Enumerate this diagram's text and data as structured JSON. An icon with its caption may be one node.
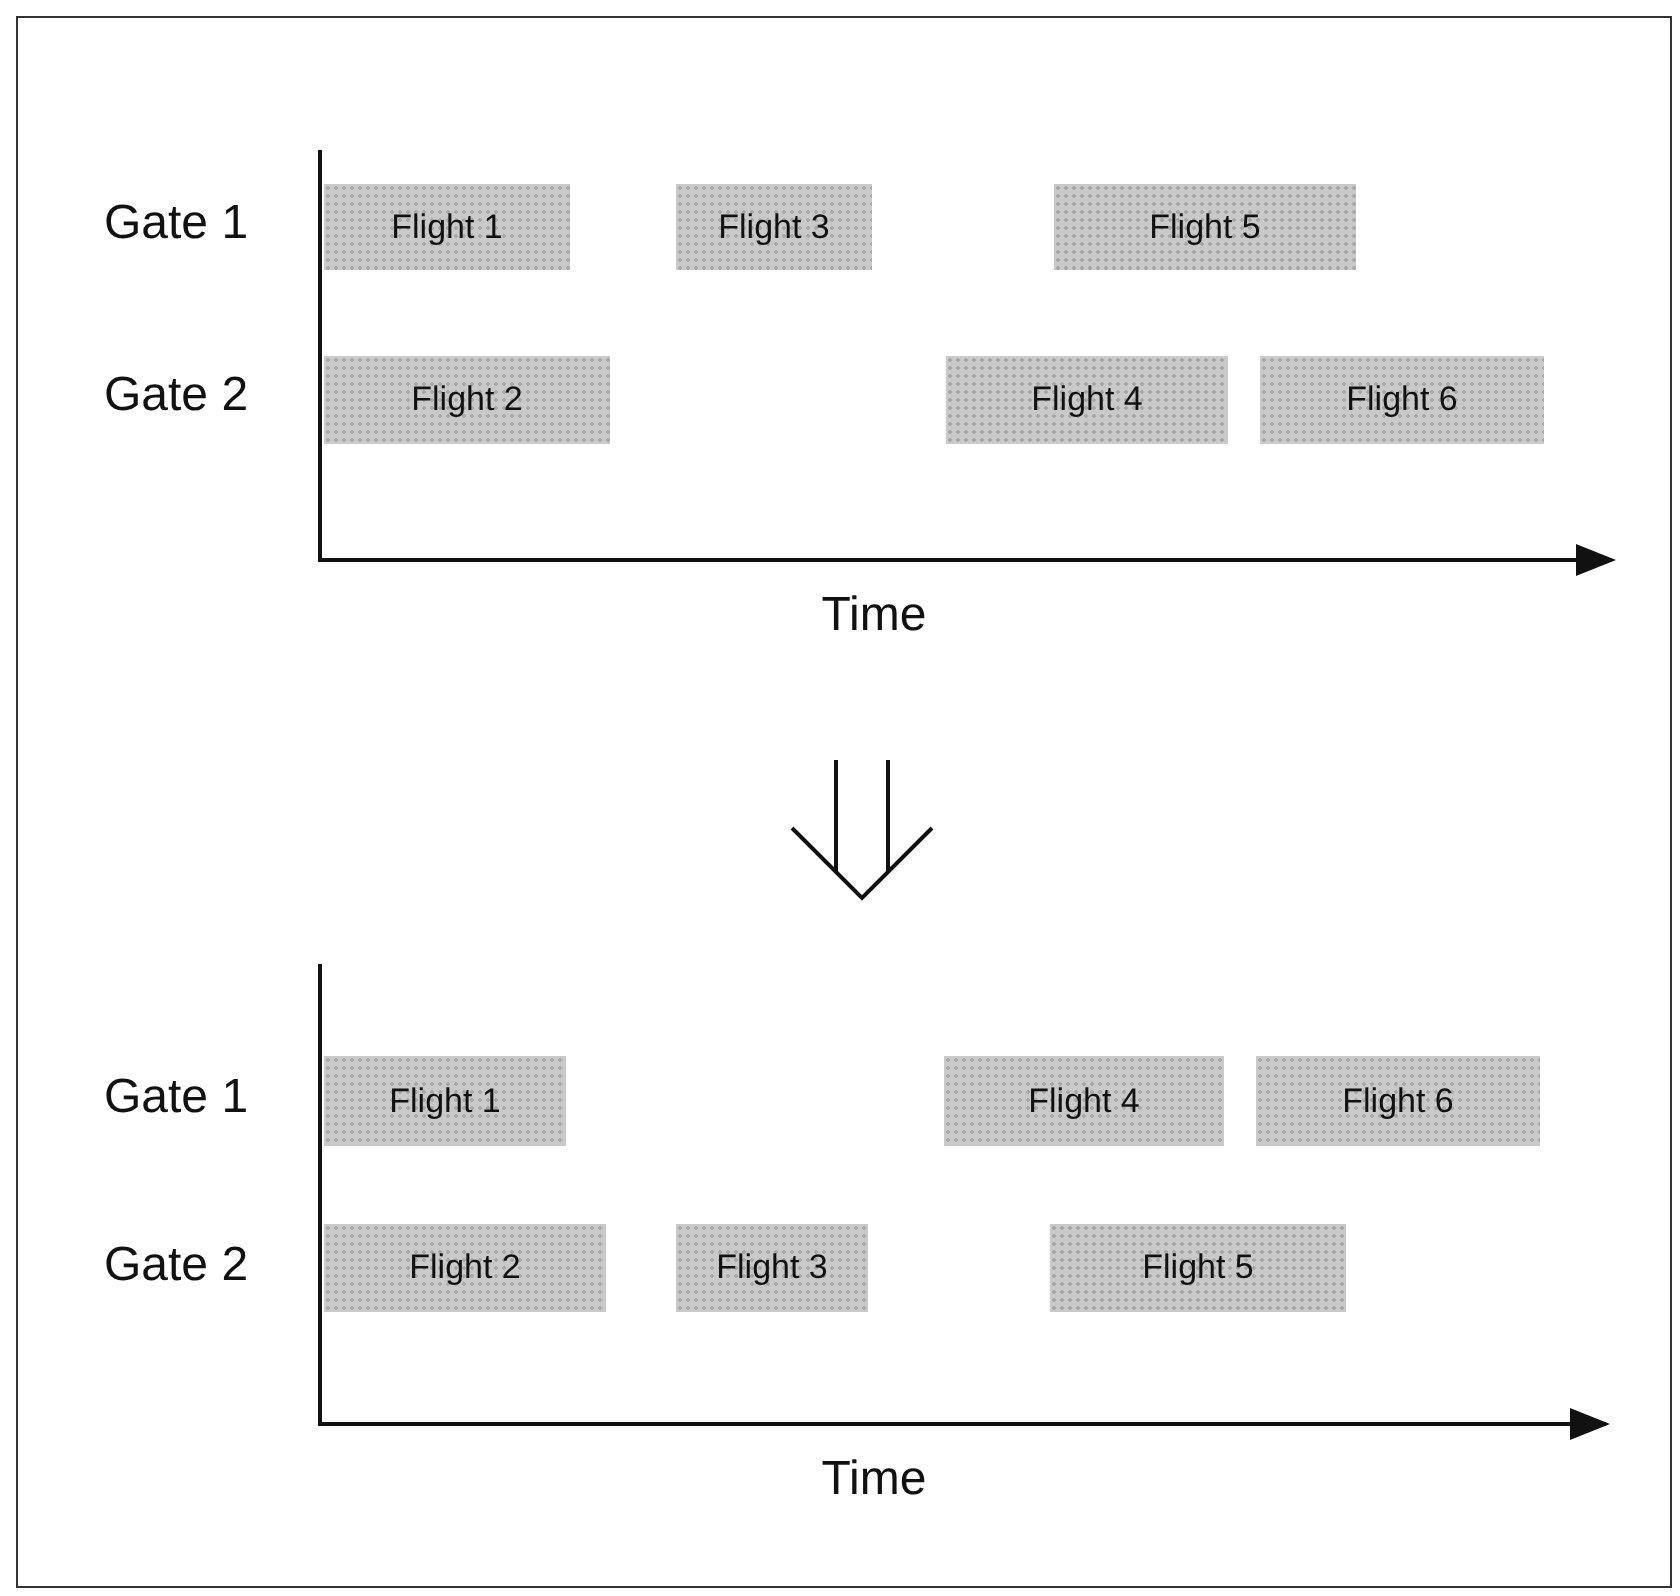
{
  "diagram": {
    "nodes": [
      {
        "text": [
          "Flight 1"
        ]
      },
      {
        "text": [
          "Flight 3"
        ]
      },
      {
        "text": [
          "Flight 5"
        ]
      },
      {
        "text": [
          "Flight 2"
        ]
      },
      {
        "text": [
          "Flight 4"
        ]
      },
      {
        "text": [
          "Flight 6"
        ]
      },
      {
        "text": [
          "Flight 1"
        ]
      },
      {
        "text": [
          "Flight 4"
        ]
      },
      {
        "text": [
          "Flight 6"
        ]
      },
      {
        "text": [
          "Flight 2"
        ]
      },
      {
        "text": [
          "Flight 3"
        ]
      },
      {
        "text": [
          "Flight 5"
        ]
      }
    ],
    "labels": [
      "Gate 1",
      "Gate 2",
      "Time",
      "Gate 1",
      "Gate 2",
      "Time"
    ]
  }
}
